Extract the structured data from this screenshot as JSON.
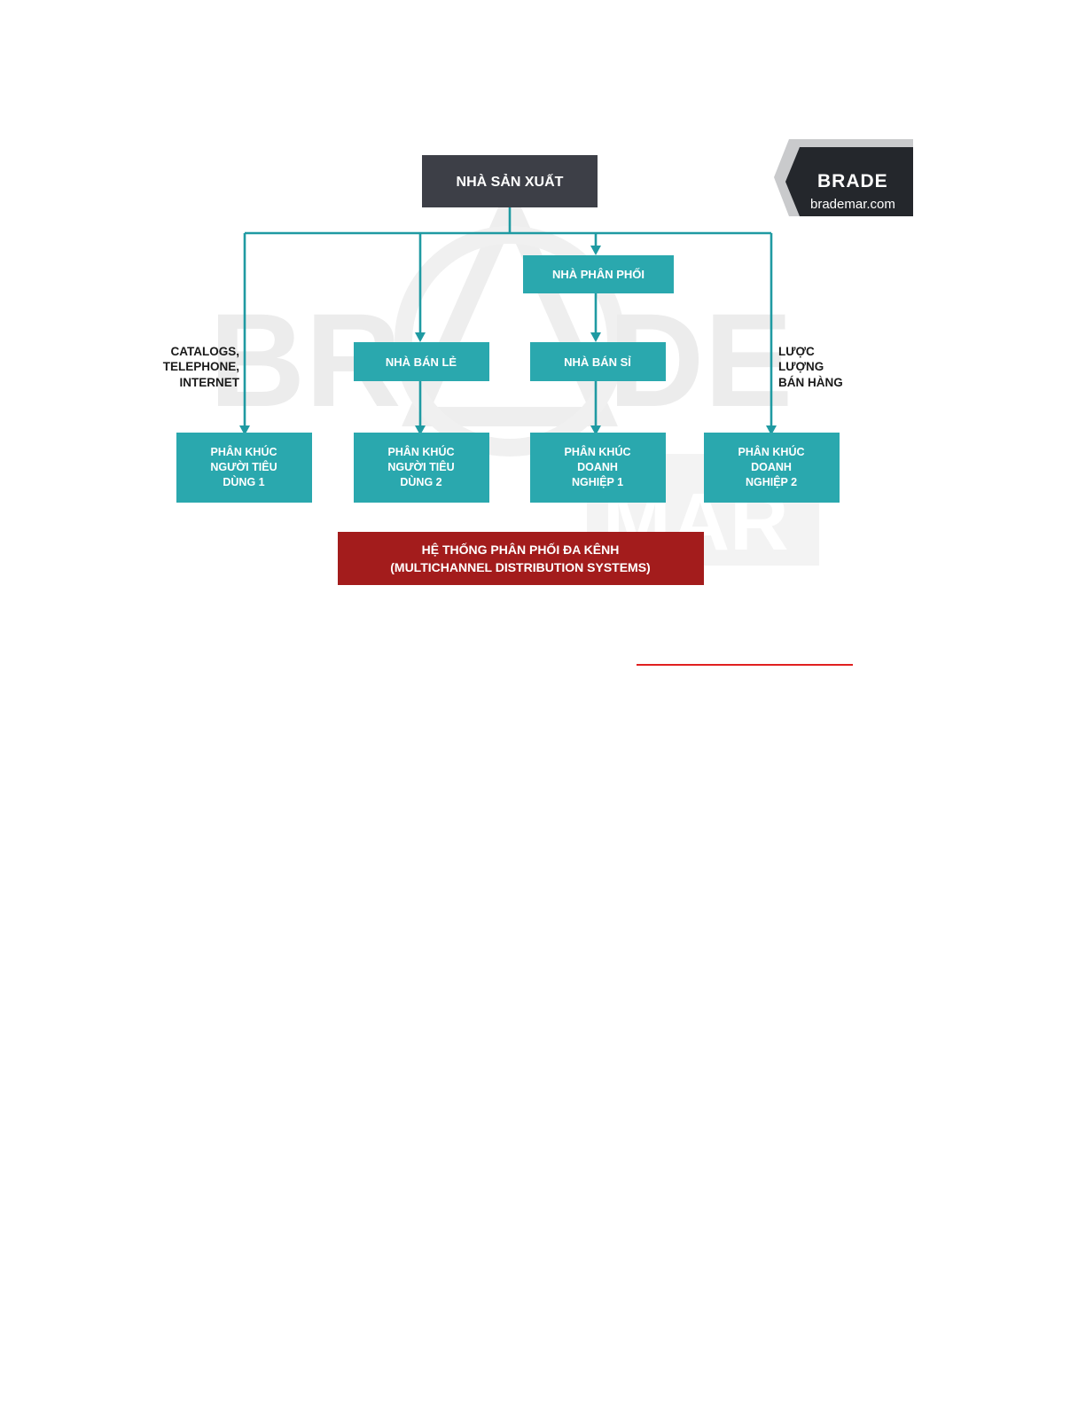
{
  "colors": {
    "teal": "#2aa8ae",
    "edge": "#1f9aa2",
    "dark": "#3d3f47",
    "red": "#a31c1c",
    "logo_bg": "#24272c",
    "watermark": "#ececec"
  },
  "logo": {
    "brand": "BRADE",
    "site": "brademar.com"
  },
  "watermark": {
    "letters_left": "BR",
    "letters_right": "DE",
    "letters_bottom": "MAR"
  },
  "nodes": {
    "producer": "NHÀ SẢN XUẤT",
    "distributor": "NHÀ PHÂN PHỐI",
    "retailer": "NHÀ BÁN LẺ",
    "wholesaler": "NHÀ BÁN SỈ",
    "segment1": [
      "PHÂN KHÚC",
      "NGƯỜI TIÊU",
      "DÙNG 1"
    ],
    "segment2": [
      "PHÂN KHÚC",
      "NGƯỜI TIÊU",
      "DÙNG 2"
    ],
    "segment3": [
      "PHÂN KHÚC",
      "DOANH",
      "NGHIỆP 1"
    ],
    "segment4": [
      "PHÂN KHÚC",
      "DOANH",
      "NGHIỆP 2"
    ]
  },
  "side_labels": {
    "left": [
      "CATALOGS,",
      "TELEPHONE,",
      "INTERNET"
    ],
    "right": [
      "LƯỢC",
      "LƯỢNG",
      "BÁN HÀNG"
    ]
  },
  "caption": {
    "line1": "HỆ THỐNG PHÂN PHỐI ĐA KÊNH",
    "line2": "(MULTICHANNEL DISTRIBUTION SYSTEMS)"
  }
}
